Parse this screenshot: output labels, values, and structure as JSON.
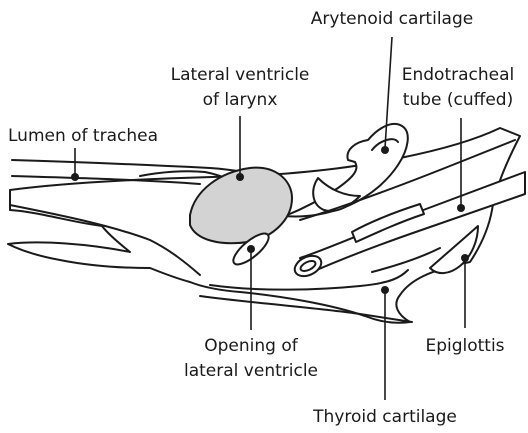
{
  "colors": {
    "line": "#1a1a1a",
    "ventricle_fill": "#d3d3d3",
    "background": "#ffffff"
  },
  "labels": {
    "arytenoid_cartilage": "Arytenoid cartilage",
    "lateral_ventricle_line1": "Lateral ventricle",
    "lateral_ventricle_line2": "of larynx",
    "endotracheal_line1": "Endotracheal",
    "endotracheal_line2": "tube (cuffed)",
    "lumen_of_trachea": "Lumen of trachea",
    "opening_line1": "Opening of",
    "opening_line2": "lateral ventricle",
    "epiglottis": "Epiglottis",
    "thyroid_cartilage": "Thyroid cartilage"
  }
}
